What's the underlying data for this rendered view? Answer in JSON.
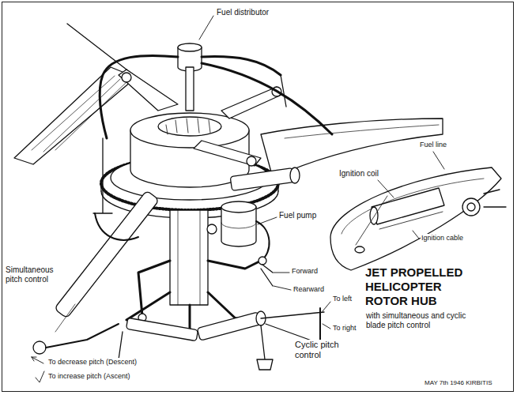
{
  "diagram": {
    "title": "JET PROPELLED HELICOPTER ROTOR HUB",
    "labels": [
      "with simultaneous and cyclic blade pitch control",
      "Fuel distributor",
      "Fuel pump",
      "Fuel line",
      "Ignition coil",
      "Ignition cable",
      "Simultaneous pitch control",
      "To decrease pitch (Descent)",
      "To increase pitch (Ascent)",
      "Forward",
      "Rearward",
      "To left",
      "To right",
      "Cyclic pitch control",
      "MAY 7th 1946 KIRBITIS"
    ]
  }
}
